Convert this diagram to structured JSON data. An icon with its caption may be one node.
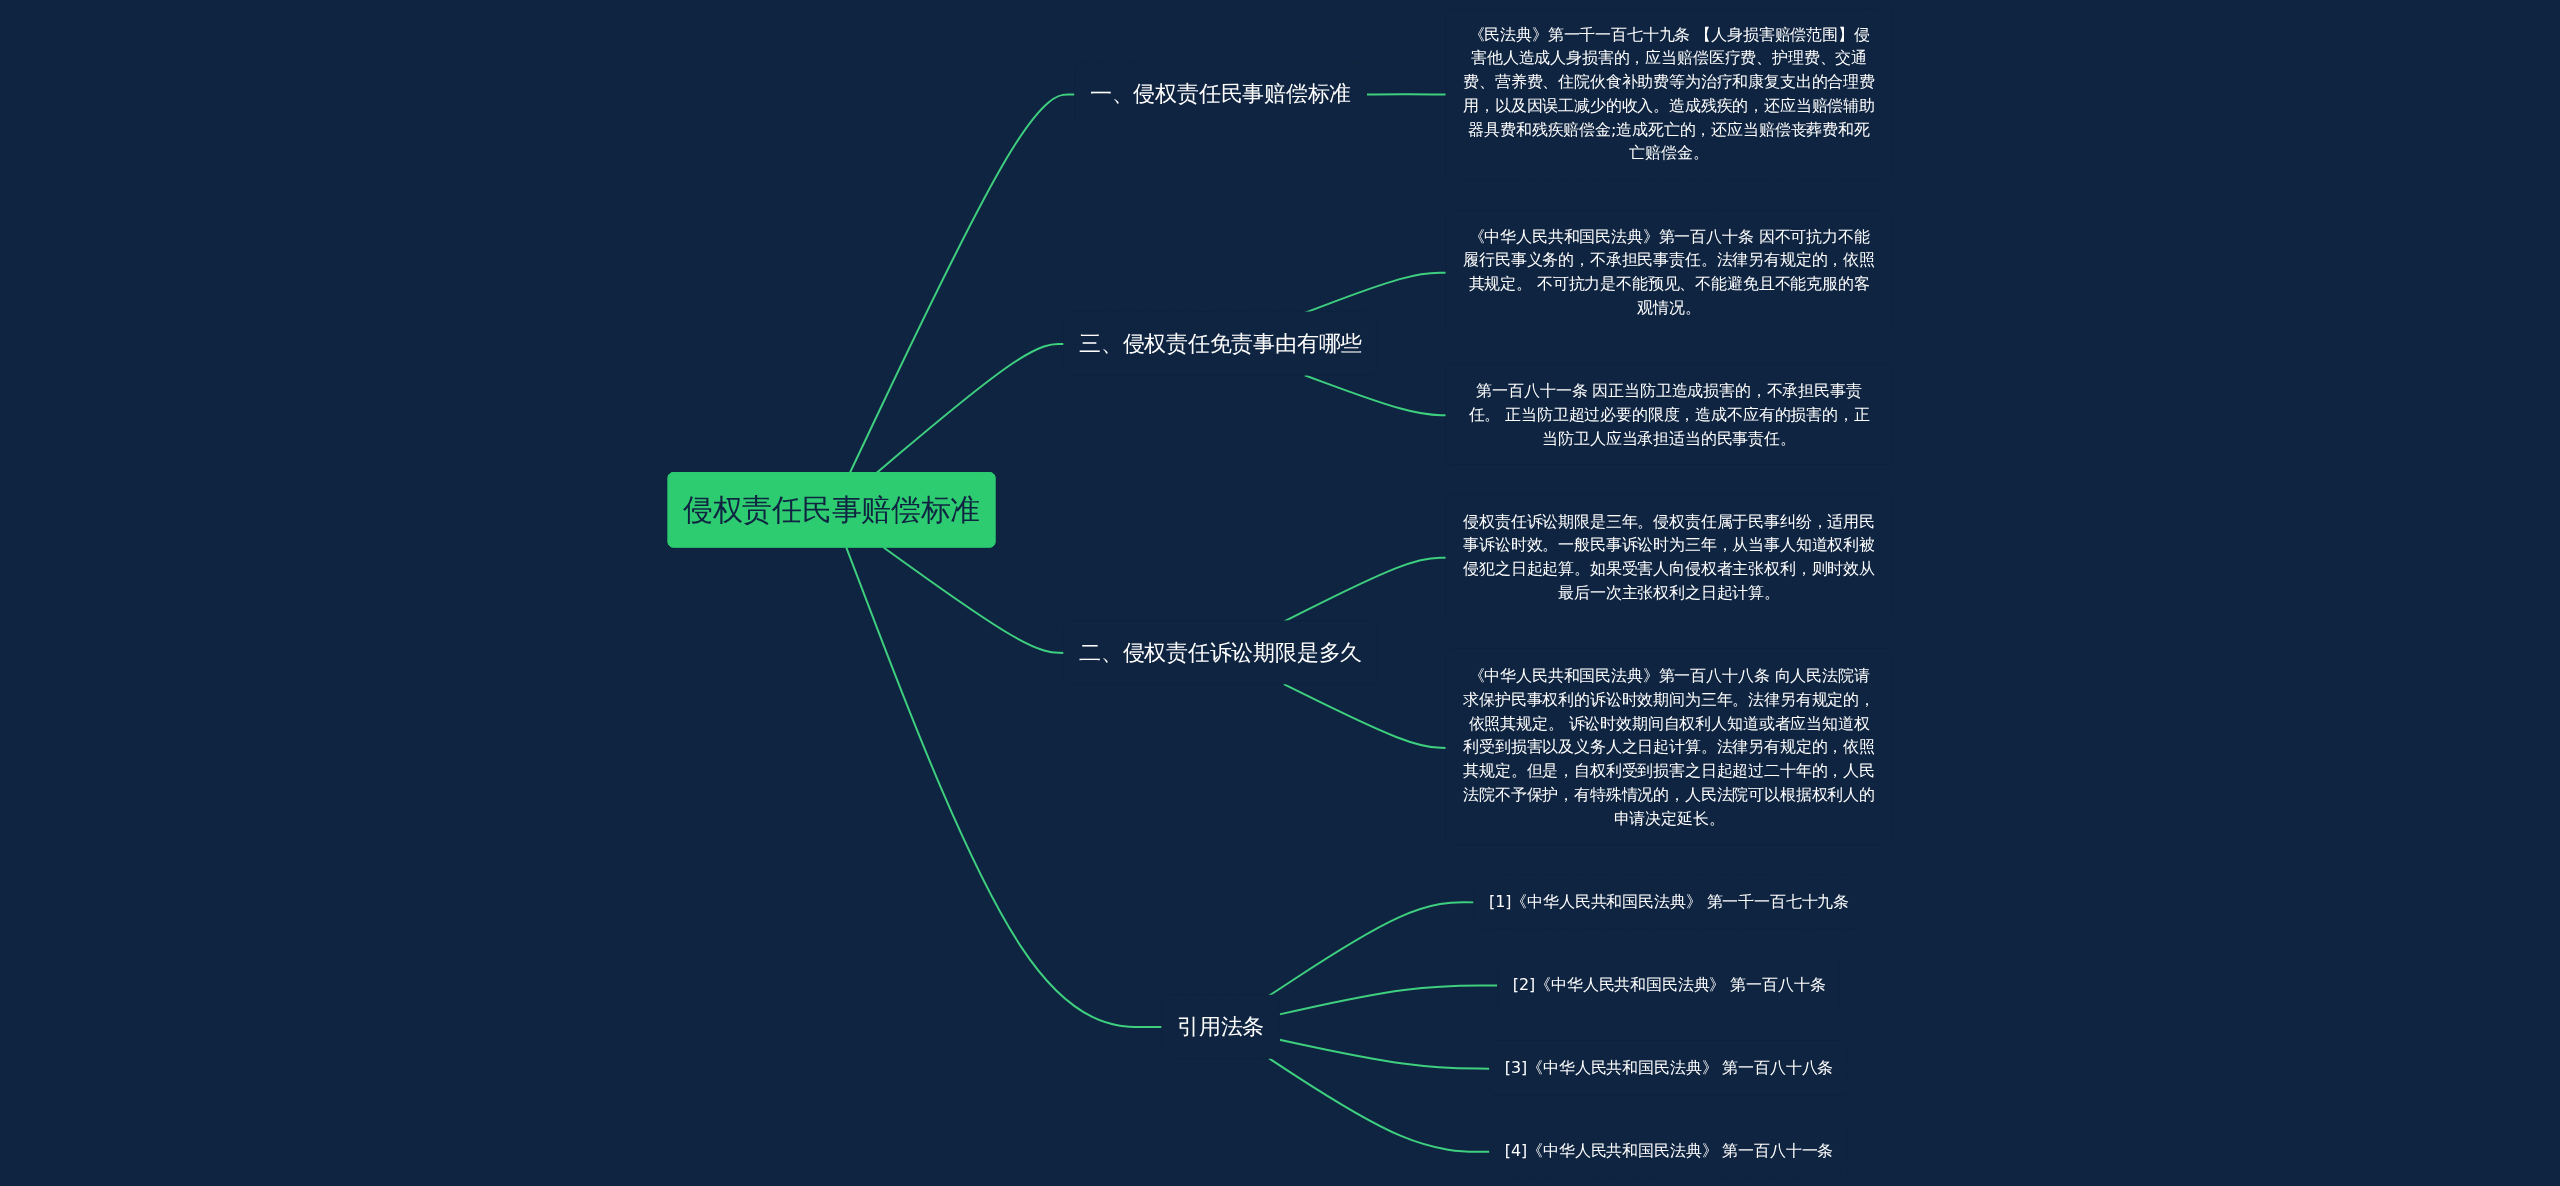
{
  "diagram": {
    "nodes": [
      {
        "text": [
          "侵权责任民事赔偿标准"
        ]
      },
      {
        "text": [
          "一、侵权责任民事赔偿标准"
        ]
      },
      {
        "text": [
          "《民法典》第一千一百七十九条 【人身损害赔偿范围】侵害他人造成人身损害的，应当赔偿医疗费、护理费、交通费、营养费、住院伙食补助费等为治疗和康复支出的合理费用，以及因误工减少的收入。造成残疾的，还应当赔偿辅助器具费和残疾赔偿金;造成死亡的，还应当赔偿丧葬费和死亡赔偿金。"
        ]
      },
      {
        "text": [
          "三、侵权责任免责事由有哪些"
        ]
      },
      {
        "text": [
          "《中华人民共和国民法典》第一百八十条 因不可抗力不能履行民事义务的，不承担民事责任。法律另有规定的，依照其规定。 不可抗力是不能预见、不能避免且不能克服的客观情况。"
        ]
      },
      {
        "text": [
          "第一百八十一条 因正当防卫造成损害的，不承担民事责任。 正当防卫超过必要的限度，造成不应有的损害的，正当防卫人应当承担适当的民事责任。"
        ]
      },
      {
        "text": [
          "二、侵权责任诉讼期限是多久"
        ]
      },
      {
        "text": [
          "侵权责任诉讼期限是三年。侵权责任属于民事纠纷，适用民事诉讼时效。一般民事诉讼时为三年，从当事人知道权利被侵犯之日起起算。如果受害人向侵权者主张权利，则时效从最后一次主张权利之日起计算。"
        ]
      },
      {
        "text": [
          "《中华人民共和国民法典》第一百八十八条 向人民法院请求保护民事权利的诉讼时效期间为三年。法律另有规定的，依照其规定。 诉讼时效期间自权利人知道或者应当知道权利受到损害以及义务人之日起计算。法律另有规定的，依照其规定。但是，自权利受到损害之日起超过二十年的，人民法院不予保护，有特殊情况的，人民法院可以根据权利人的申请决定延长。"
        ]
      },
      {
        "text": [
          "引用法条"
        ]
      },
      {
        "text": [
          "[1]《中华人民共和国民法典》 第一千一百七十九条"
        ]
      },
      {
        "text": [
          "[2]《中华人民共和国民法典》 第一百八十条"
        ]
      },
      {
        "text": [
          "[3]《中华人民共和国民法典》 第一百八十八条"
        ]
      },
      {
        "text": [
          "[4]《中华人民共和国民法典》 第一百八十一条"
        ]
      }
    ],
    "edges": [
      {
        "from": 0,
        "to": 1,
        "arrow": "none"
      },
      {
        "from": 1,
        "to": 2,
        "arrow": "none"
      },
      {
        "from": 0,
        "to": 3,
        "arrow": "none"
      },
      {
        "from": 3,
        "to": 4,
        "arrow": "none"
      },
      {
        "from": 3,
        "to": 5,
        "arrow": "none"
      },
      {
        "from": 0,
        "to": 6,
        "arrow": "none"
      },
      {
        "from": 6,
        "to": 7,
        "arrow": "none"
      },
      {
        "from": 6,
        "to": 8,
        "arrow": "none"
      },
      {
        "from": 0,
        "to": 9,
        "arrow": "none"
      },
      {
        "from": 9,
        "to": 10,
        "arrow": "none"
      },
      {
        "from": 9,
        "to": 11,
        "arrow": "none"
      },
      {
        "from": 9,
        "to": 12,
        "arrow": "none"
      },
      {
        "from": 9,
        "to": 13,
        "arrow": "none"
      }
    ]
  }
}
